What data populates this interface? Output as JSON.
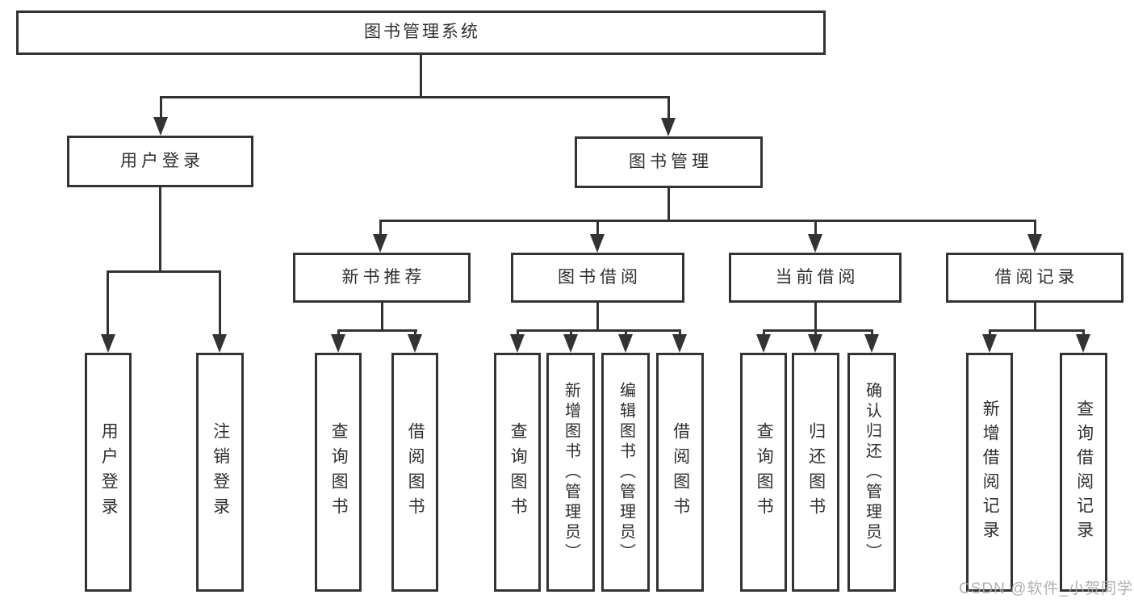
{
  "colors": {
    "line": "#333333",
    "text": "#2f2f2f",
    "background": "#ffffff",
    "watermark": "#a8a8a8"
  },
  "nodes": {
    "root": "图书管理系统",
    "userLogin": "用户登录",
    "bookManagement": "图书管理",
    "newBookRecommend": "新书推荐",
    "bookBorrow": "图书借阅",
    "currentBorrow": "当前借阅",
    "borrowRecord": "借阅记录",
    "leafUserLogin": "用户登录",
    "leafLogout": "注销登录",
    "nbQueryBook": "查询图书",
    "nbBorrowBook": "借阅图书",
    "bbQueryBook": "查询图书",
    "bbAddBook": "新增图书（管理员）",
    "bbEditBook": "编辑图书（管理员）",
    "bbBorrowBook": "借阅图书",
    "cbQueryBook": "查询图书",
    "cbReturnBook": "归还图书",
    "cbConfirmReturn": "确认归还（管理员）",
    "brAddRecord": "新增借阅记录",
    "brQueryRecord": "查询借阅记录"
  },
  "hierarchy": {
    "图书管理系统": {
      "用户登录": [
        "用户登录",
        "注销登录"
      ],
      "图书管理": {
        "新书推荐": [
          "查询图书",
          "借阅图书"
        ],
        "图书借阅": [
          "查询图书",
          "新增图书（管理员）",
          "编辑图书（管理员）",
          "借阅图书"
        ],
        "当前借阅": [
          "查询图书",
          "归还图书",
          "确认归还（管理员）"
        ],
        "借阅记录": [
          "新增借阅记录",
          "查询借阅记录"
        ]
      }
    }
  },
  "watermark": "CSDN @软件_小贺同学"
}
